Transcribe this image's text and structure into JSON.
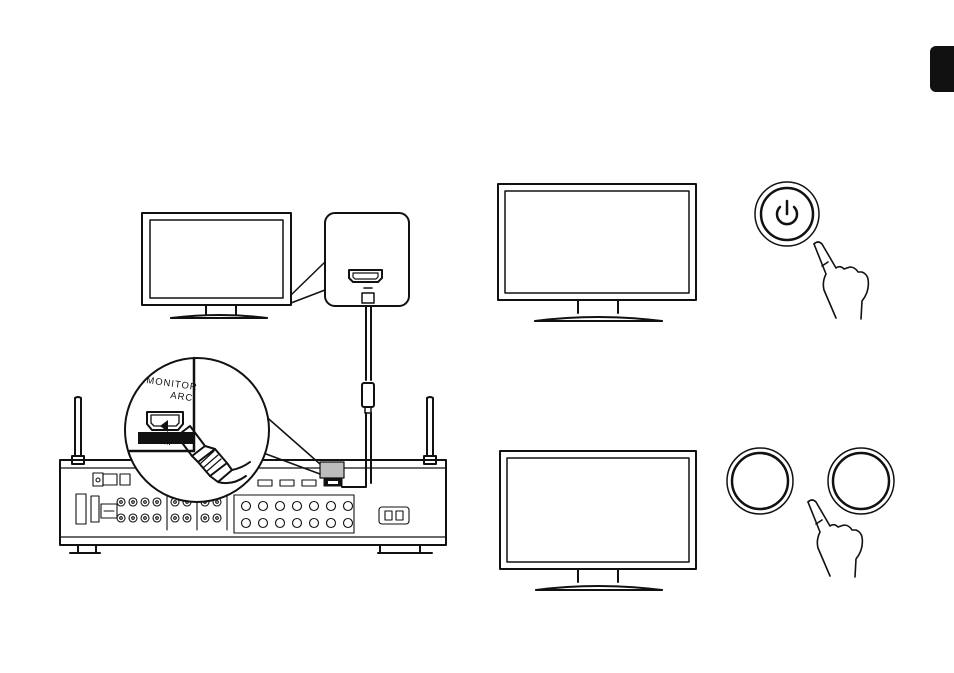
{
  "connection": {
    "port_label_line1": "MONITOR",
    "port_label_line2": "ARC",
    "port_type": "HDMI"
  },
  "icons": {
    "power": "power-icon",
    "hand": "pointing-hand-icon",
    "hdmi_port": "hdmi-port-icon",
    "hdmi_plug": "hdmi-plug-icon"
  },
  "colors": {
    "line": "#111111",
    "background": "#ffffff",
    "tab": "#111111"
  }
}
